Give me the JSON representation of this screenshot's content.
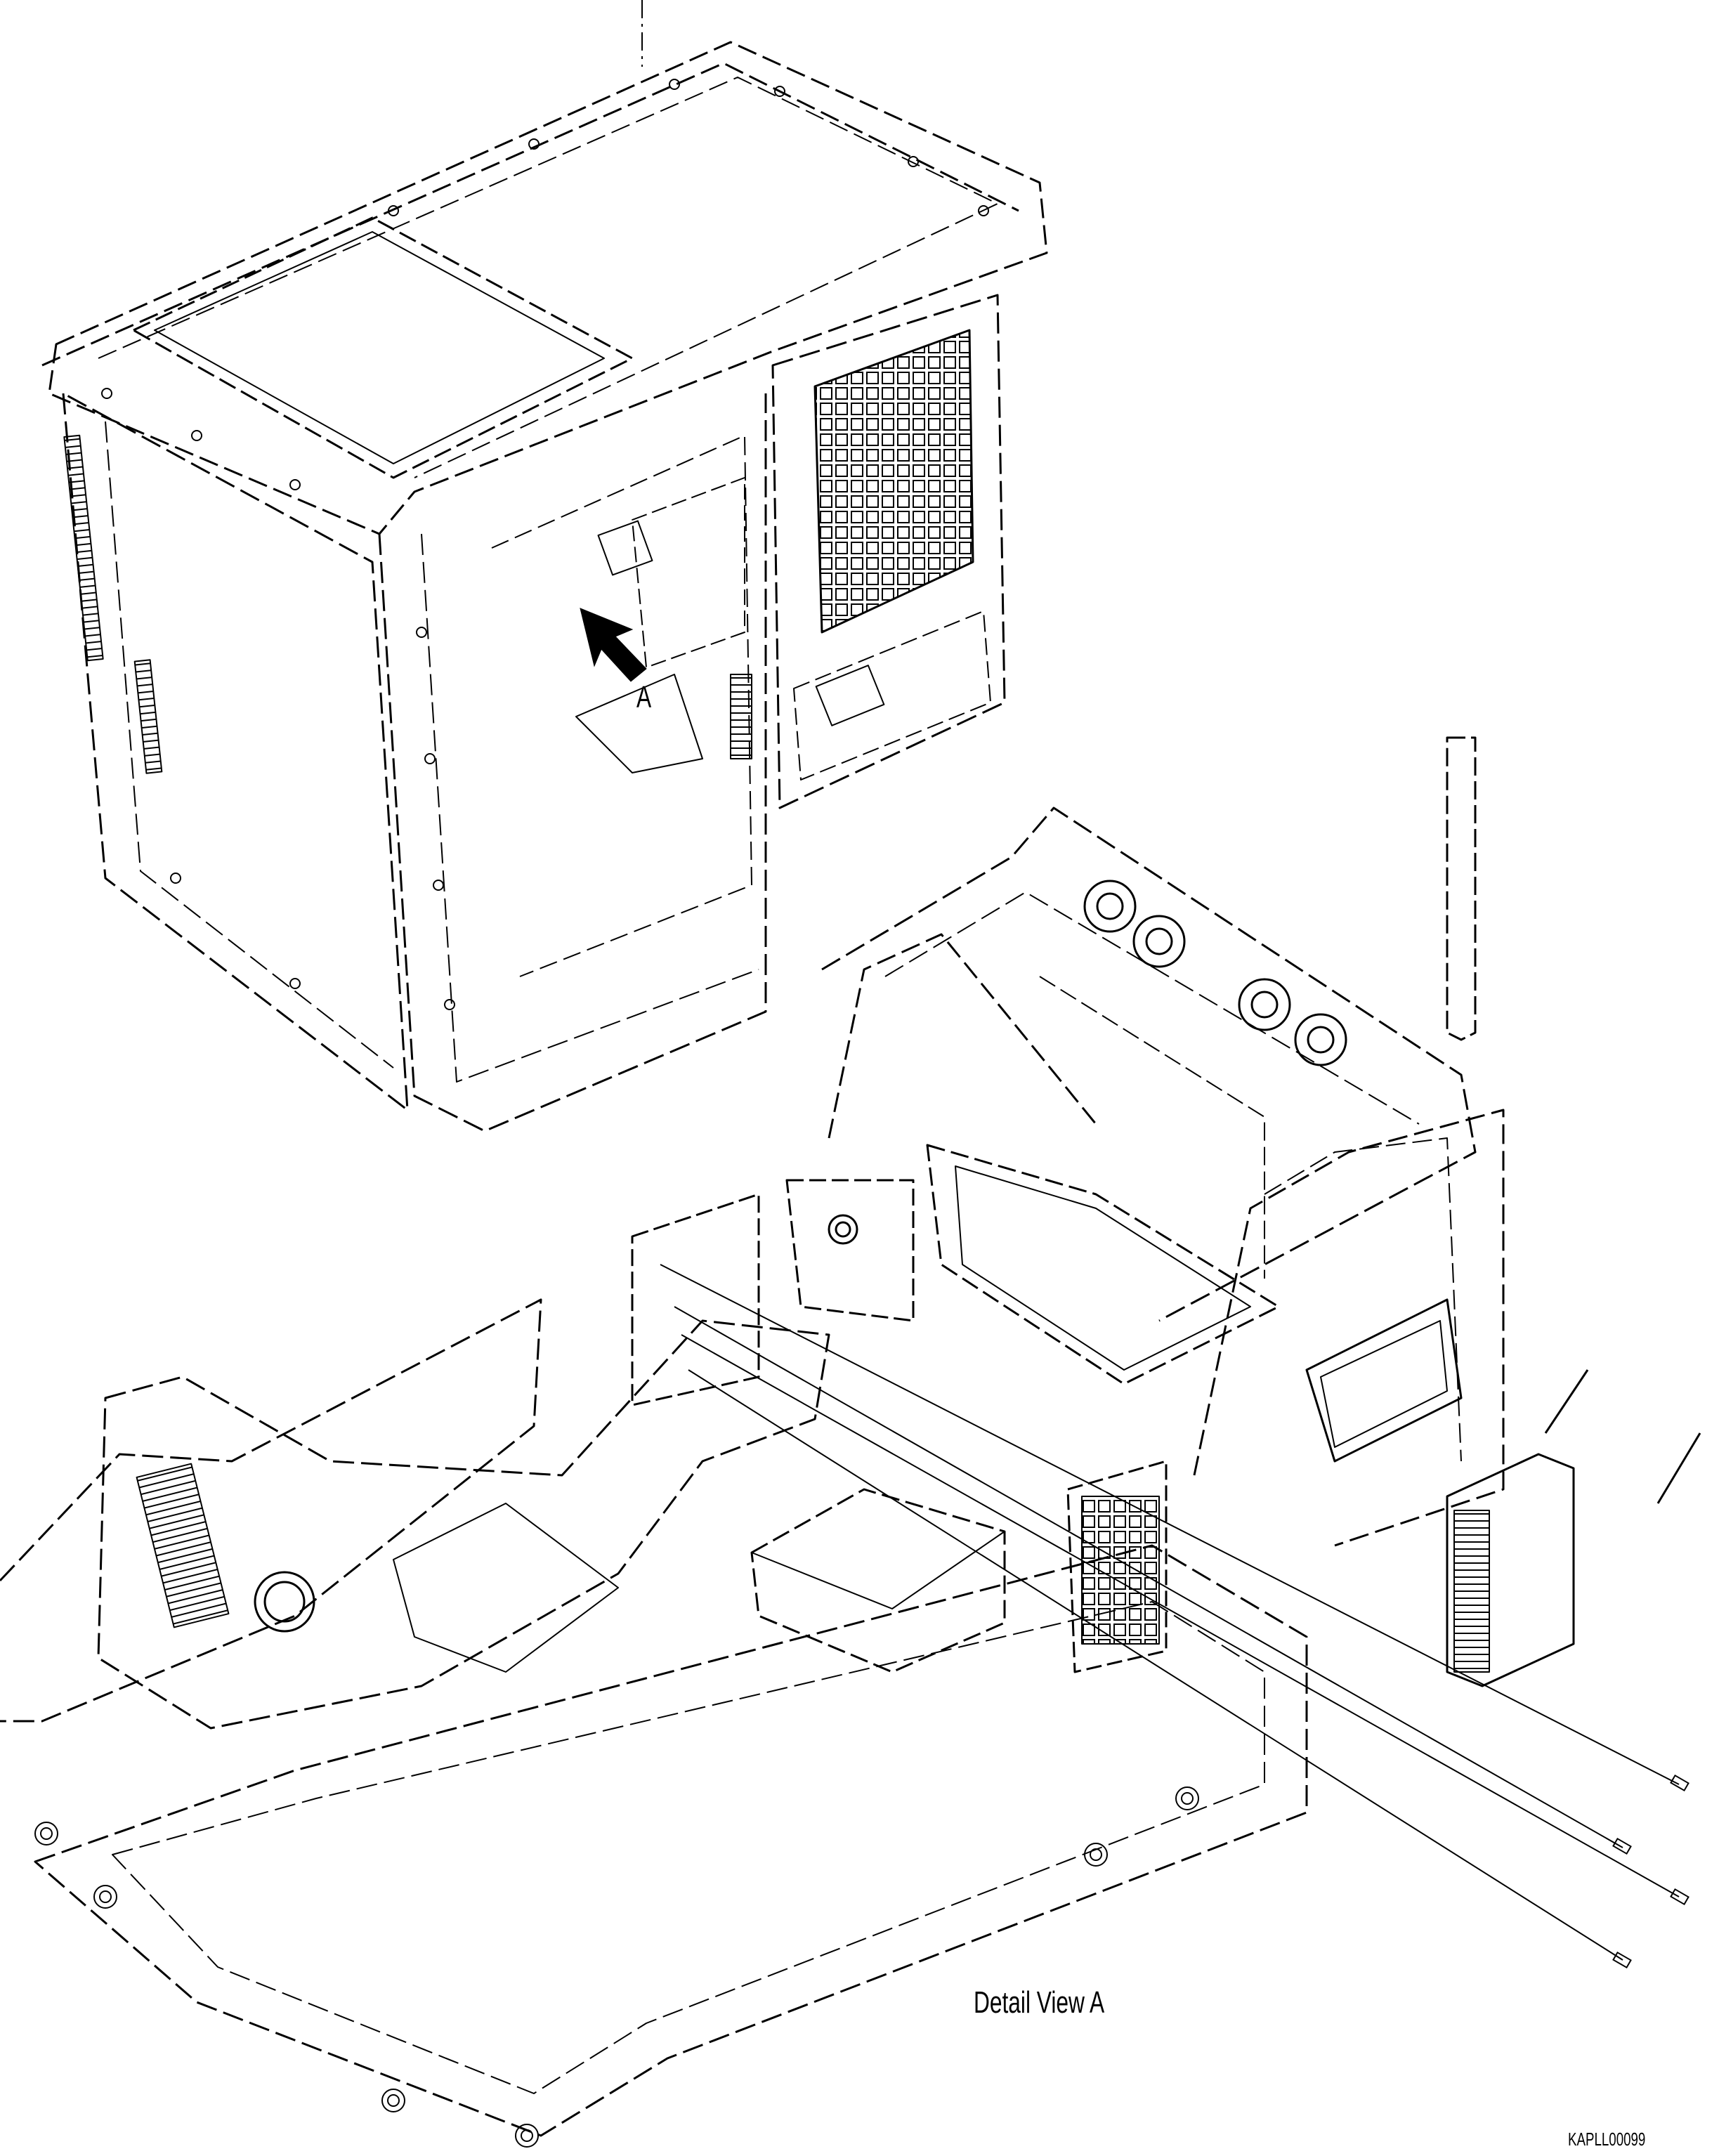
{
  "labels": {
    "view_marker": "A",
    "detail_caption": "Detail View A",
    "drawing_code": "KAPLL00099"
  }
}
